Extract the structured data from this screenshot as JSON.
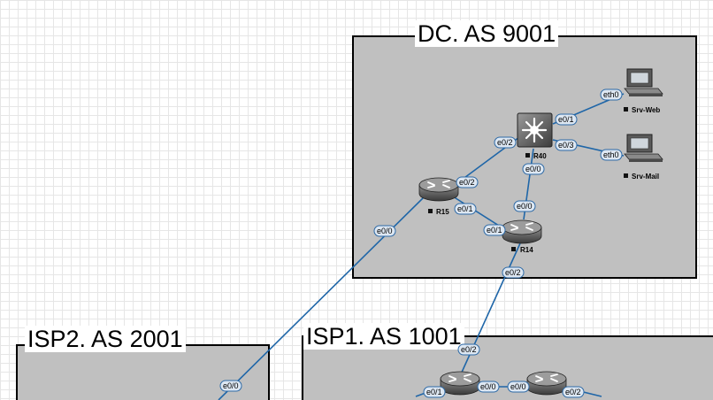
{
  "zones": {
    "dc": {
      "title": "DC. AS 9001"
    },
    "isp2": {
      "title": "ISP2. AS 2001"
    },
    "isp1": {
      "title": "ISP1. AS 1001"
    }
  },
  "nodes": {
    "r40": "R40",
    "r15": "R15",
    "r14": "R14",
    "srv_web": "Srv-Web",
    "srv_mail": "Srv-Mail"
  },
  "interfaces": {
    "r40_e01": "e0/1",
    "r40_e03": "e0/3",
    "r40_e02": "e0/2",
    "r40_e00": "e0/0",
    "web_eth0": "eth0",
    "mail_eth0": "eth0",
    "r15_e02": "e0/2",
    "r15_e01": "e0/1",
    "r15_e00": "e0/0",
    "r14_e00": "e0/0",
    "r14_e01": "e0/1",
    "r14_e02": "e0/2",
    "isp1_r_e02": "e0/2",
    "isp1_r_e01": "e0/1",
    "isp1_r_e00": "e0/0",
    "isp1_r2_e00": "e0/0",
    "isp1_r2_e02": "e0/2",
    "isp2_e00": "e0/0"
  },
  "colors": {
    "link": "#1f66a8",
    "zone_fill": "#c0c0c0",
    "label_fill": "#dde7f2"
  }
}
